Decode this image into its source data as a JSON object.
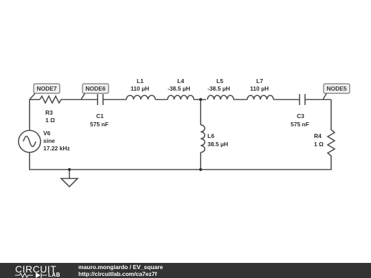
{
  "nodes": {
    "node7": "NODE7",
    "node6": "NODE6",
    "node5": "NODE5"
  },
  "components": {
    "r3": {
      "name": "R3",
      "value": "1 Ω"
    },
    "c1": {
      "name": "C1",
      "value": "575 nF"
    },
    "l1": {
      "name": "L1",
      "value": "110 µH"
    },
    "l4": {
      "name": "L4",
      "value": "-38.5 µH"
    },
    "l5": {
      "name": "L5",
      "value": "-38.5 µH"
    },
    "l7": {
      "name": "L7",
      "value": "110 µH"
    },
    "c3": {
      "name": "C3",
      "value": "575 nF"
    },
    "l6": {
      "name": "L6",
      "value": "38.5 µH"
    },
    "r4": {
      "name": "R4",
      "value": "1 Ω"
    },
    "v6": {
      "name": "V6",
      "type": "sine",
      "frequency": "17.22 kHz"
    }
  },
  "footer": {
    "logo_top": "CIRCUIT",
    "logo_bottom": "LAB",
    "credit_line1": "mauro.mongiardo / EV_square",
    "credit_line2": "http://circuitlab.com/ca7ez7f"
  }
}
